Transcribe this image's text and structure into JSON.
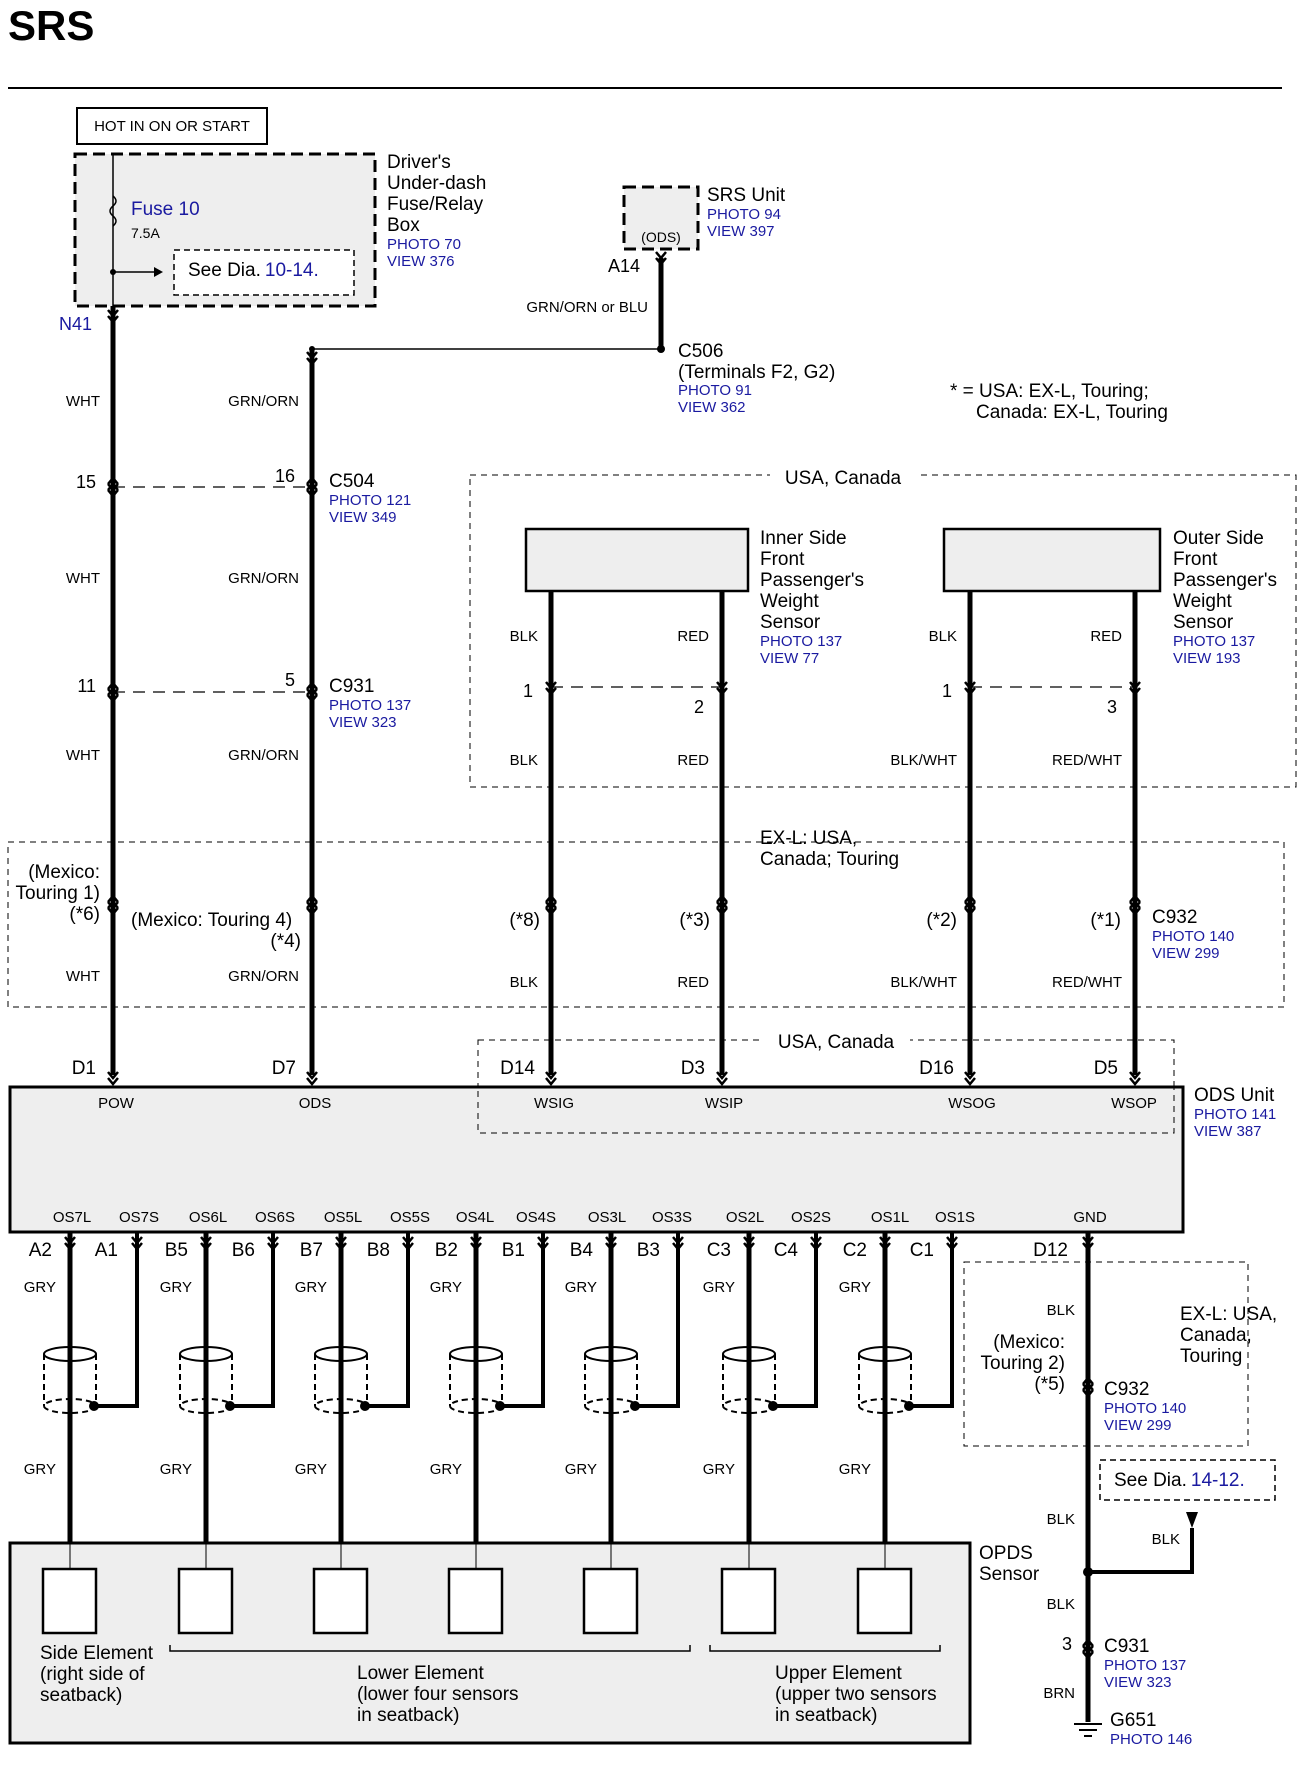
{
  "page_title": "SRS",
  "power": {
    "hot_label": "HOT IN ON OR START",
    "box_name": [
      "Driver's",
      "Under-dash",
      "Fuse/Relay",
      "Box"
    ],
    "box_photo": "PHOTO 70",
    "box_view": "VIEW 376",
    "fuse_label": "Fuse 10",
    "fuse_rating": "7.5A",
    "see_dia_prefix": "See Dia.",
    "see_dia_link": "10-14.",
    "node": "N41"
  },
  "srs_unit": {
    "name": "SRS Unit",
    "photo": "PHOTO 94",
    "view": "VIEW 397",
    "inner": "(ODS)",
    "pin": "A14",
    "wire": "GRN/ORN or BLU"
  },
  "c506": {
    "name": "C506",
    "detail": "(Terminals F2, G2)",
    "photo": "PHOTO 91",
    "view": "VIEW 362"
  },
  "note": [
    "* = USA: EX-L, Touring;",
    "Canada: EX-L, Touring"
  ],
  "c504": {
    "name": "C504",
    "photo": "PHOTO 121",
    "view": "VIEW 349",
    "pin_left": "15",
    "pin_right": "16"
  },
  "c931_upper": {
    "name": "C931",
    "photo": "PHOTO 137",
    "view": "VIEW 323",
    "pin_left": "11",
    "pin_right": "5"
  },
  "wires": {
    "wht": "WHT",
    "grn_orn": "GRN/ORN",
    "blk": "BLK",
    "red": "RED",
    "blk_wht": "BLK/WHT",
    "red_wht": "RED/WHT",
    "gry": "GRY",
    "brn": "BRN"
  },
  "usa_canada_region": "USA, Canada",
  "inner_sensor": {
    "name": [
      "Inner Side",
      "Front",
      "Passenger's",
      "Weight",
      "Sensor"
    ],
    "photo": "PHOTO 137",
    "view": "VIEW 77",
    "pin1": "1",
    "pin2": "2"
  },
  "outer_sensor": {
    "name": [
      "Outer Side",
      "Front",
      "Passenger's",
      "Weight",
      "Sensor"
    ],
    "photo": "PHOTO 137",
    "view": "VIEW 193",
    "pin1": "1",
    "pin2": "3"
  },
  "exl_region": [
    "EX-L: USA,",
    "Canada; Touring"
  ],
  "c932_upper": {
    "name": "C932",
    "photo": "PHOTO 140",
    "view": "VIEW 299",
    "mexico1": [
      "(Mexico:",
      "Touring 1)"
    ],
    "star6": "(*6)",
    "mexico4": "(Mexico: Touring 4)",
    "star4": "(*4)",
    "star8": "(*8)",
    "star3": "(*3)",
    "star2": "(*2)",
    "star1": "(*1)"
  },
  "usa_canada_region2": "USA, Canada",
  "ods_unit": {
    "name": "ODS Unit",
    "photo": "PHOTO 141",
    "view": "VIEW 387",
    "top_pins": [
      "D1",
      "D7",
      "D14",
      "D3",
      "D16",
      "D5"
    ],
    "top_terms": [
      "POW",
      "ODS",
      "WSIG",
      "WSIP",
      "WSOG",
      "WSOP"
    ],
    "bottom_terms": [
      "OS7L",
      "OS7S",
      "OS6L",
      "OS6S",
      "OS5L",
      "OS5S",
      "OS4L",
      "OS4S",
      "OS3L",
      "OS3S",
      "OS2L",
      "OS2S",
      "OS1L",
      "OS1S",
      "GND"
    ],
    "bottom_pins": [
      "A2",
      "A1",
      "B5",
      "B6",
      "B7",
      "B8",
      "B2",
      "B1",
      "B4",
      "B3",
      "C3",
      "C4",
      "C2",
      "C1",
      "D12"
    ]
  },
  "ground": {
    "exl_region": [
      "EX-L: USA,",
      "Canada,",
      "Touring"
    ],
    "mexico2": [
      "(Mexico:",
      "Touring 2)",
      "(*5)"
    ],
    "c932_name": "C932",
    "c932_photo": "PHOTO 140",
    "c932_view": "VIEW 299",
    "see_dia_prefix": "See Dia.",
    "see_dia_link": "14-12.",
    "c931_name": "C931",
    "c931_photo": "PHOTO 137",
    "c931_view": "VIEW 323",
    "c931_pin": "3",
    "g651_name": "G651",
    "g651_photo": "PHOTO 146"
  },
  "opds": {
    "name": [
      "OPDS",
      "Sensor"
    ],
    "side": [
      "Side Element",
      "(right side of",
      "seatback)"
    ],
    "lower": [
      "Lower Element",
      "(lower four sensors",
      "in seatback)"
    ],
    "upper": [
      "Upper Element",
      "(upper two sensors",
      "in seatback)"
    ]
  }
}
